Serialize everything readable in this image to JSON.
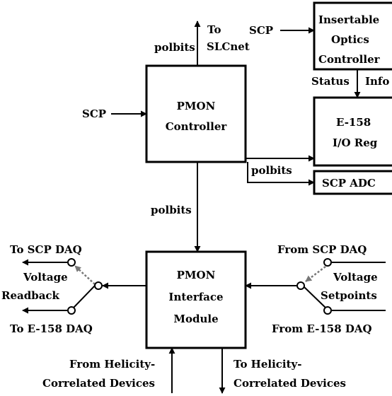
{
  "blocks": {
    "pmon_controller": [
      "PMON",
      "Controller"
    ],
    "pmon_interface": [
      "PMON",
      "Interface",
      "Module"
    ],
    "io_controller": [
      "Insertable",
      "Optics",
      "Controller"
    ],
    "e158_io": [
      "E-158",
      "I/O Reg"
    ],
    "scp_adc": "SCP ADC"
  },
  "labels": {
    "to_slcnet": [
      "To",
      "SLCnet"
    ],
    "polbits": "polbits",
    "scp": "SCP",
    "status": "Status",
    "info": "Info",
    "to_scp_daq": "To SCP DAQ",
    "to_e158_daq": "To E-158 DAQ",
    "voltage_readback": [
      "Voltage",
      "Readback"
    ],
    "from_scp_daq": "From SCP DAQ",
    "from_e158_daq": "From E-158 DAQ",
    "voltage_setpoints": [
      "Voltage",
      "Setpoints"
    ],
    "from_helicity": [
      "From Helicity-",
      "Correlated Devices"
    ],
    "to_helicity": [
      "To Helicity-",
      "Correlated Devices"
    ]
  }
}
